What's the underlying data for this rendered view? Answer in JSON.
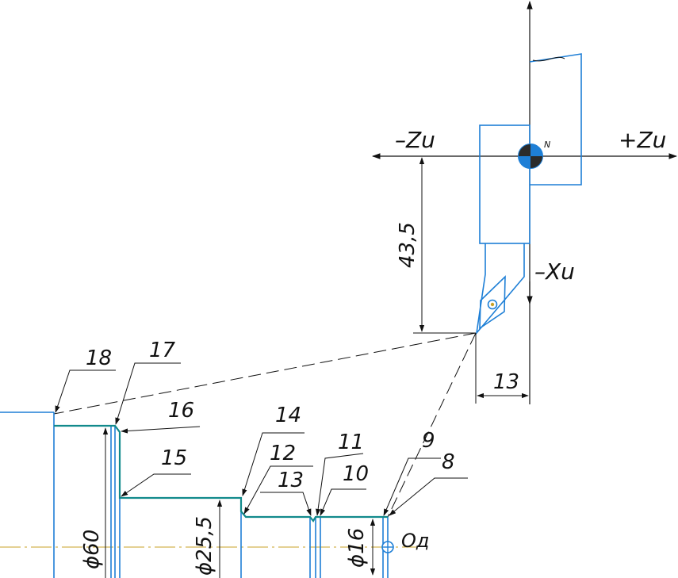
{
  "axes": {
    "minus_z": "–Zu",
    "plus_z": "+Zu",
    "minus_x": "–Xu"
  },
  "labels": {
    "tool_point_N": "N",
    "origin": "Oд"
  },
  "dimensions": {
    "tool_x_offset": "43,5",
    "tool_z_offset": "13",
    "diameter_60": "ϕ60",
    "diameter_25_5": "ϕ25,5",
    "diameter_16": "ϕ16"
  },
  "point_numbers": [
    "8",
    "9",
    "10",
    "11",
    "12",
    "13",
    "14",
    "15",
    "16",
    "17",
    "18"
  ],
  "colors": {
    "ink": "#111111",
    "part_outline": "#1e7fd6",
    "finished_profile": "#128a8c",
    "centerline": "#c9a227",
    "center_mark_dark": "#2b2b2b",
    "center_mark_blue": "#1e7fd6"
  }
}
